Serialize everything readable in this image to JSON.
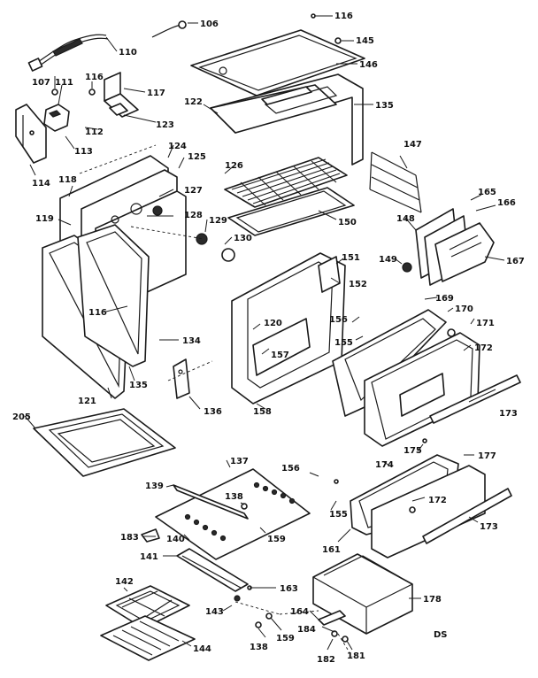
{
  "labels": {
    "l116a": "116",
    "l106": "106",
    "l145": "145",
    "l110": "110",
    "l146": "146",
    "l107": "107",
    "l111": "111",
    "l116b": "116",
    "l117": "117",
    "l122": "122",
    "l135a": "135",
    "l112": "112",
    "l123": "123",
    "l113": "113",
    "l147": "147",
    "l124": "124",
    "l125": "125",
    "l126": "126",
    "l114": "114",
    "l118": "118",
    "l127": "127",
    "l165": "165",
    "l166": "166",
    "l148": "148",
    "l128": "128",
    "l119": "119",
    "l129": "129",
    "l130": "130",
    "l150": "150",
    "l167": "167",
    "l151": "151",
    "l149": "149",
    "l152": "152",
    "l116c": "116",
    "l120": "120",
    "l169": "169",
    "l170": "170",
    "l156a": "156",
    "l171": "171",
    "l155a": "155",
    "l172a": "172",
    "l134": "134",
    "l157": "157",
    "l135b": "135",
    "l121": "121",
    "l136": "136",
    "l158": "158",
    "l173a": "173",
    "l205": "205",
    "l175": "175",
    "l137": "137",
    "l156b": "156",
    "l174": "174",
    "l177": "177",
    "l139": "139",
    "l138a": "138",
    "l172b": "172",
    "l155b": "155",
    "l183": "183",
    "l140": "140",
    "l159a": "159",
    "l161": "161",
    "l173b": "173",
    "l141": "141",
    "l142": "142",
    "l163": "163",
    "l178": "178",
    "l143": "143",
    "l164": "164",
    "l184": "184",
    "l159b": "159",
    "l138b": "138",
    "l182": "182",
    "l181": "181",
    "l144": "144",
    "code": "DS"
  }
}
